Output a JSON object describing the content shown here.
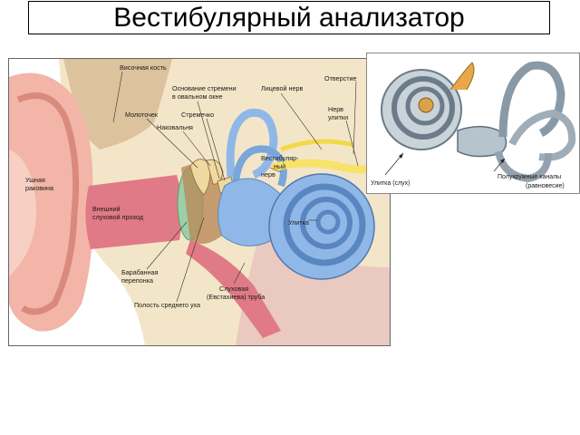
{
  "title": "Вестибулярный анализатор",
  "ear_labels": {
    "visochnaya_kost": "Височная кость",
    "osnovanie_1": "Основание стремени",
    "osnovanie_2": "в овальном окне",
    "litsevoy_nerv": "Лицевой нерв",
    "otverstie": "Отверстие",
    "molotochek": "Молоточек",
    "stremechko": "Стремечко",
    "nerv_1": "Нерв",
    "nerv_2": "улитки",
    "nakovalnya": "Наковальня",
    "vestib_1": "Вестибуляр-",
    "vestib_2": "ный",
    "vestib_3": "нерв",
    "ushnaya_1": "Ушная",
    "ushnaya_2": "раковина",
    "vneshniy_1": "Внешний",
    "vneshniy_2": "слуховой проход",
    "ulitka": "Улитка",
    "baraban_1": "Барабанная",
    "baraban_2": "перепонка",
    "sluhovaya_1": "Слуховая",
    "sluhovaya_2": "(Евстахиева) труба",
    "polost": "Полость среднего уха"
  },
  "inner_labels": {
    "ulitka_sluh": "Улитка (слух)",
    "kanaly_1": "Полукружные каналы",
    "kanaly_2": "(равновесие)"
  },
  "colors": {
    "skin": "#f2b5a8",
    "bone": "#f3e6c8",
    "canal": "#e07a86",
    "cochlea": "#8fb8e8",
    "nerve": "#f7e36a",
    "ossicle": "#f0d9a0",
    "tympanic": "#9ccfa9"
  }
}
